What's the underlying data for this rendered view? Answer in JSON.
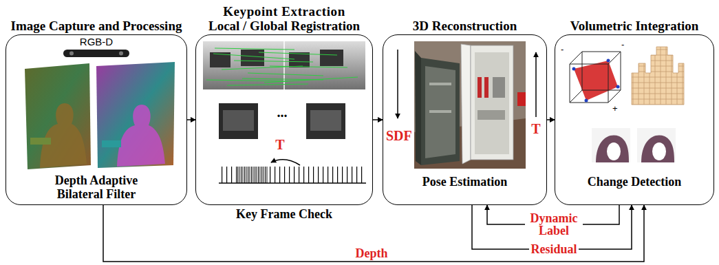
{
  "diagram": {
    "nodes": [
      {
        "text": [
          "Image Capture and Processing",
          "Depth Adaptive Bilateral Filter"
        ]
      },
      {
        "text": [
          "Keypoint Extraction Local / Global Registration",
          "Key Frame Check"
        ]
      },
      {
        "text": [
          "3D Reconstruction",
          "Pose Estimation"
        ]
      },
      {
        "text": [
          "Volumetric Integration",
          "Change Detection"
        ]
      }
    ],
    "edges": [
      {
        "from": 0,
        "to": 1,
        "arrow": "to"
      },
      {
        "from": 1,
        "to": 2,
        "arrow": "to"
      },
      {
        "from": 2,
        "to": 3,
        "arrow": "to"
      },
      {
        "from": 3,
        "to": 2,
        "label": "Dynamic Label",
        "arrow": "to"
      },
      {
        "from": 2,
        "to": 3,
        "label": "Residual",
        "arrow": "to"
      },
      {
        "from": 0,
        "to": 3,
        "label": "Depth",
        "arrow": "to"
      }
    ],
    "labels": [
      "RGB-D",
      "...",
      "T",
      "SDF",
      "T",
      "-",
      "-",
      "+"
    ]
  }
}
